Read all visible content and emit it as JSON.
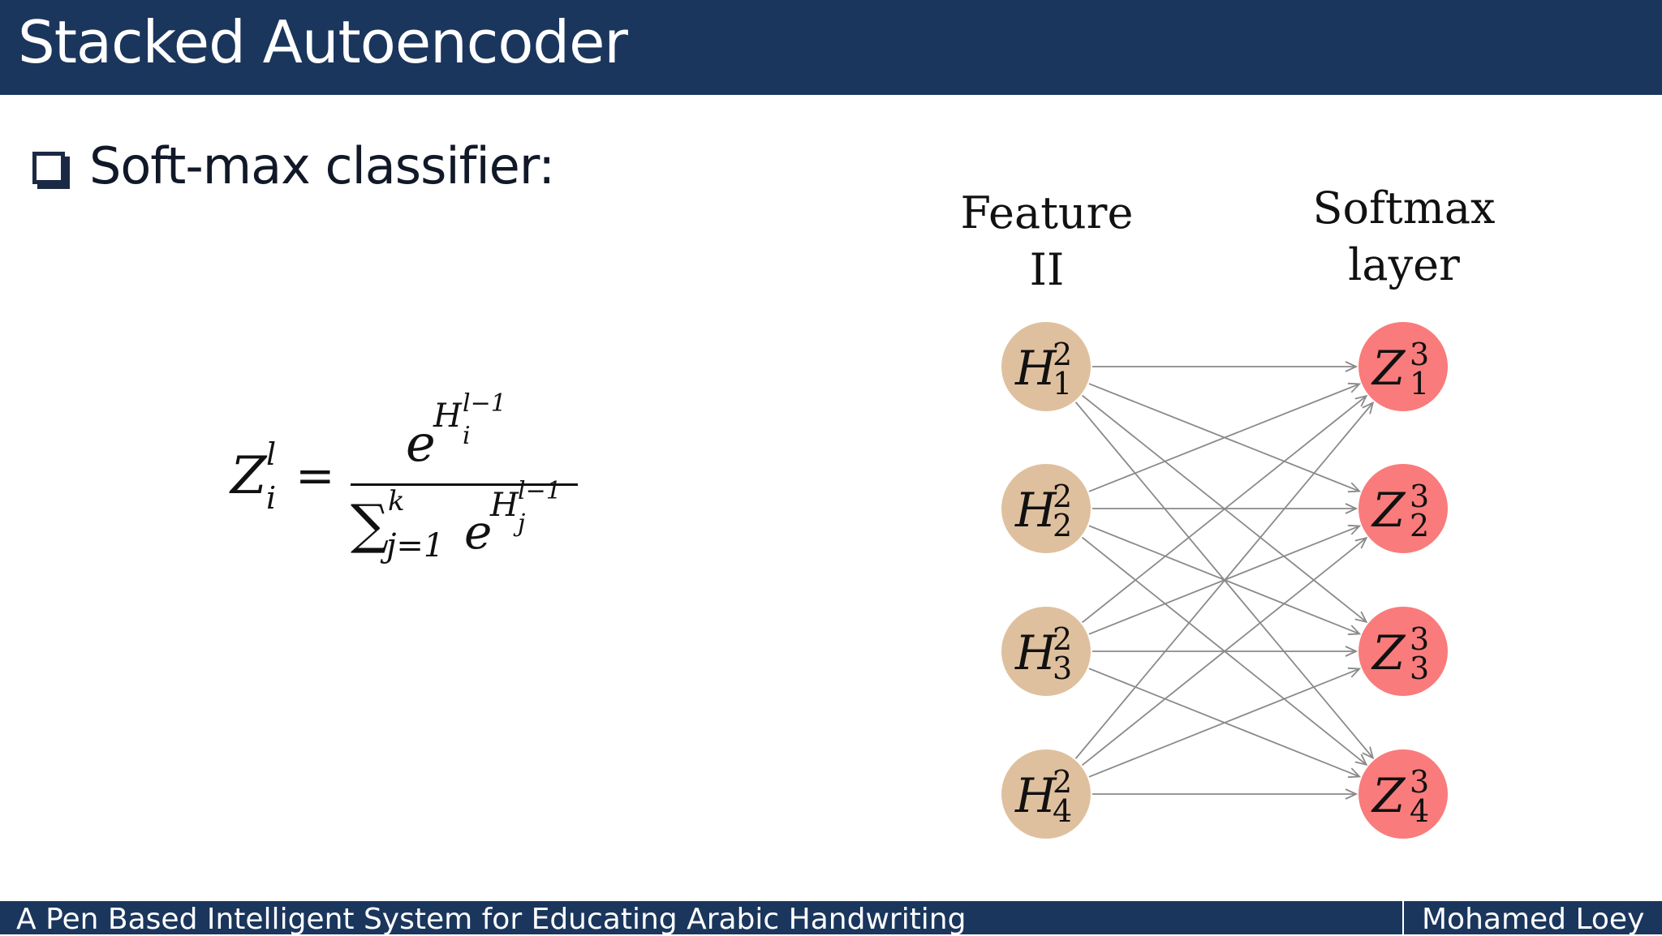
{
  "header": {
    "title": "Stacked Autoencoder"
  },
  "bullet": {
    "text": "Soft-max classifier:"
  },
  "formula": {
    "lhs": "Z",
    "lhs_sup": "l",
    "lhs_sub": "i",
    "equals": "=",
    "num_base": "e",
    "num_exp": "H",
    "num_exp_sup": "l−1",
    "num_exp_sub": "i",
    "den_sigma": "∑",
    "den_sigma_sup": "k",
    "den_sigma_sub": "j=1",
    "den_base": "e",
    "den_exp": "H",
    "den_exp_sup": "l−1",
    "den_exp_sub": "j"
  },
  "network": {
    "left_title_line1": "Feature",
    "left_title_line2": "II",
    "right_title_line1": "Softmax",
    "right_title_line2": "layer",
    "left_nodes": [
      {
        "base": "H",
        "sup": "2",
        "sub": "1"
      },
      {
        "base": "H",
        "sup": "2",
        "sub": "2"
      },
      {
        "base": "H",
        "sup": "2",
        "sub": "3"
      },
      {
        "base": "H",
        "sup": "2",
        "sub": "4"
      }
    ],
    "right_nodes": [
      {
        "base": "Z",
        "sup": "3",
        "sub": "1"
      },
      {
        "base": "Z",
        "sup": "3",
        "sub": "2"
      },
      {
        "base": "Z",
        "sup": "3",
        "sub": "3"
      },
      {
        "base": "Z",
        "sup": "3",
        "sub": "4"
      }
    ],
    "colors": {
      "left_node": "#dfc09e",
      "right_node": "#f97b7b",
      "edge": "#8a8a8a"
    }
  },
  "footer": {
    "left_text": "A Pen Based Intelligent System for Educating Arabic Handwriting",
    "right_text": "Mohamed Loey"
  }
}
